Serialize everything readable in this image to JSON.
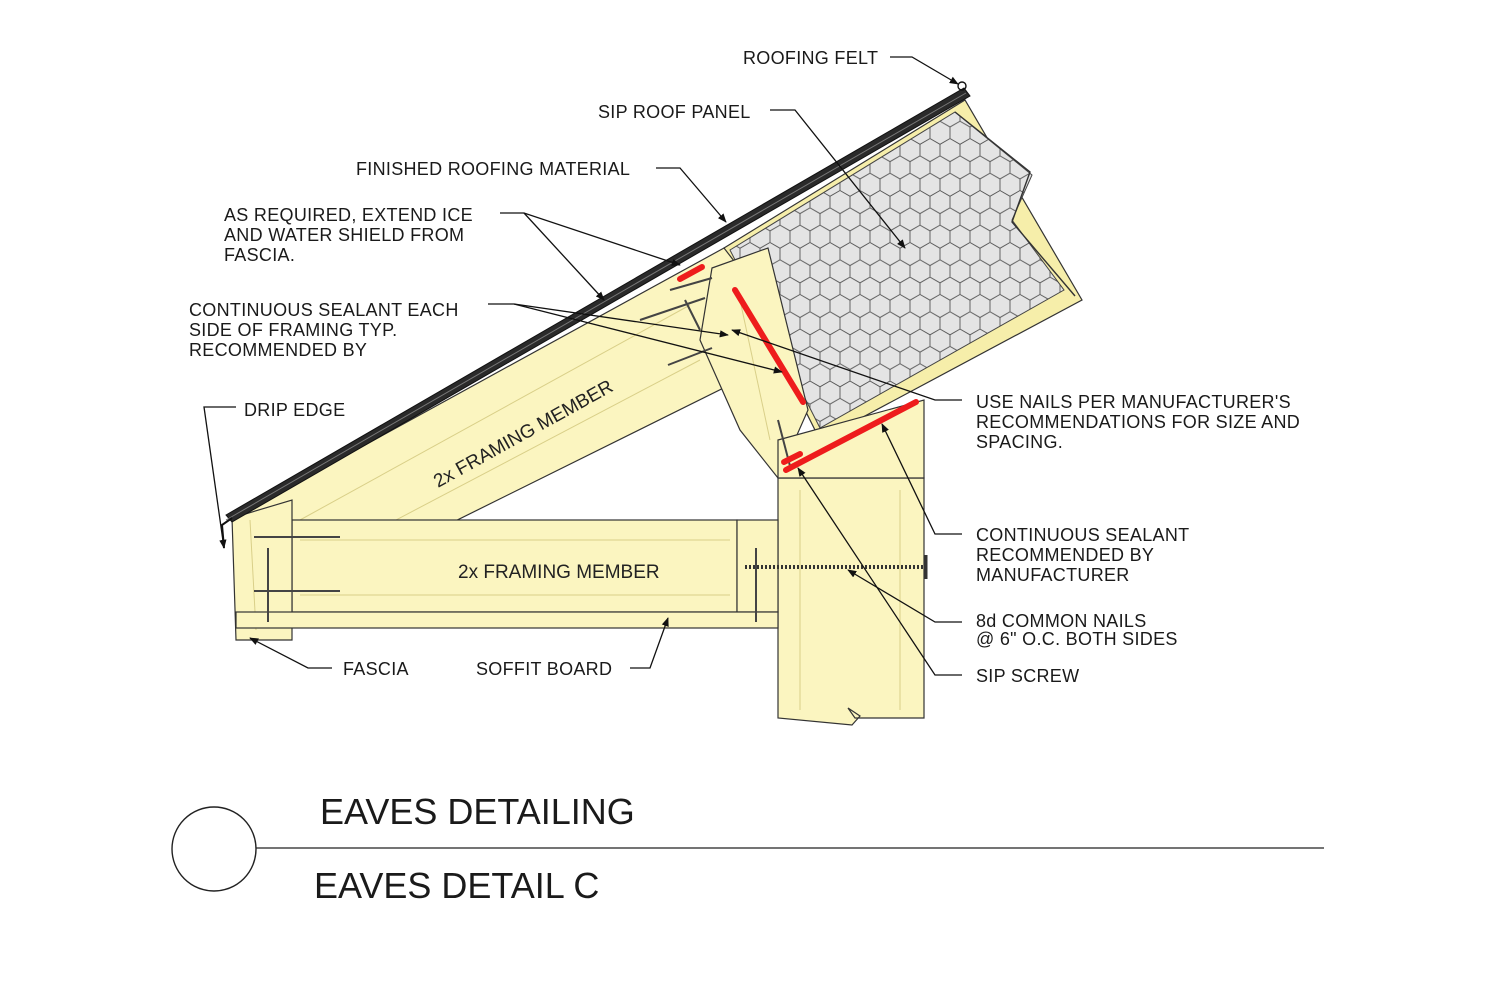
{
  "labels": {
    "roofing_felt": "ROOFING FELT",
    "sip_roof_panel": "SIP ROOF PANEL",
    "finished_roofing": "FINISHED ROOFING MATERIAL",
    "ice_shield": [
      "AS REQUIRED, EXTEND ICE",
      "AND WATER SHIELD FROM",
      "FASCIA."
    ],
    "sealant_each_side": [
      "CONTINUOUS SEALANT EACH",
      "SIDE OF FRAMING TYP.",
      "RECOMMENDED BY"
    ],
    "drip_edge": "DRIP EDGE",
    "use_nails": [
      "USE NAILS PER MANUFACTURER'S",
      "RECOMMENDATIONS FOR SIZE AND",
      "SPACING."
    ],
    "continuous_sealant": [
      "CONTINUOUS SEALANT",
      "RECOMMENDED BY",
      "MANUFACTURER"
    ],
    "common_nails": [
      "8d COMMON NAILS",
      "@ 6\" O.C. BOTH SIDES"
    ],
    "sip_screw": "SIP SCREW",
    "fascia": "FASCIA",
    "soffit_board": "SOFFIT BOARD",
    "framing_member_sloped": "2x FRAMING MEMBER",
    "framing_member_horizontal": "2x FRAMING MEMBER"
  },
  "title": {
    "main": "EAVES DETAILING",
    "sub": "EAVES DETAIL C"
  },
  "colors": {
    "lumber": "#fbf5c0",
    "sealant": "#ee1c1c",
    "insulation": "#d8d8d8"
  }
}
